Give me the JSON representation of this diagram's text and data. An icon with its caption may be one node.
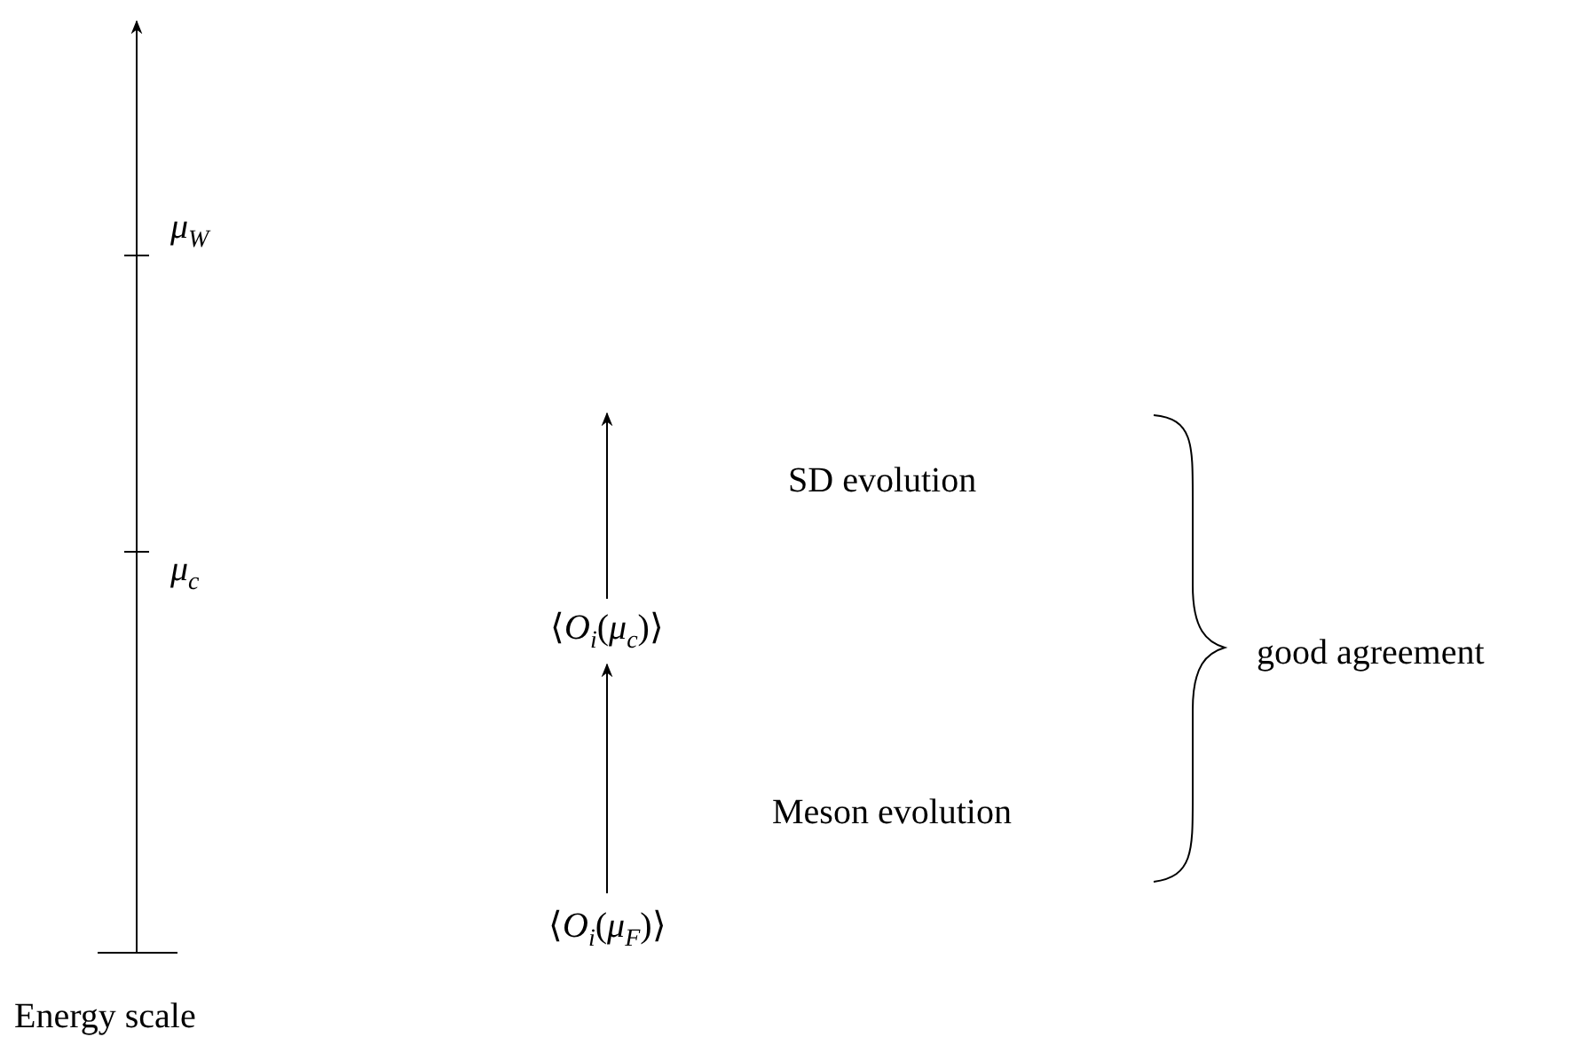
{
  "diagram": {
    "nodes": [
      {
        "text": [
          "⟨*O*$_{i}$(*μ*$_{F}$)⟩"
        ]
      },
      {
        "text": [
          "⟨*O*$_{i}$(*μ*$_{c}$)⟩"
        ]
      }
    ],
    "edges": [
      {
        "from": 0,
        "to": 1,
        "arrow": "to"
      },
      {
        "from": 1,
        "to": null,
        "arrow": "to"
      }
    ],
    "labels": [
      "μ$_{W}$",
      "SD evolution",
      "μ$_{c}$",
      "good agreement",
      "Meson evolution",
      "Energy scale"
    ]
  }
}
